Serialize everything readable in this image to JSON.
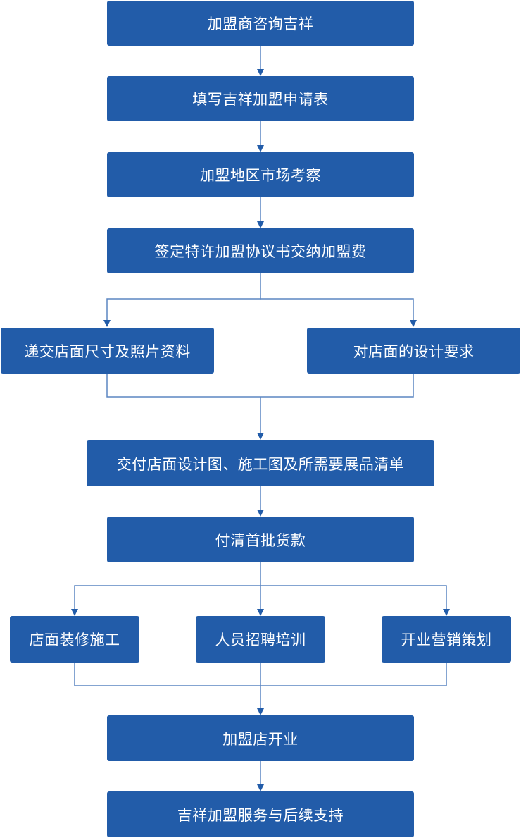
{
  "colors": {
    "box": "#225ca9",
    "line": "#5b86c2",
    "text": "#ffffff"
  },
  "steps": {
    "s1": "加盟商咨询吉祥",
    "s2": "填写吉祥加盟申请表",
    "s3": "加盟地区市场考察",
    "s4": "签定特许加盟协议书交纳加盟费",
    "s5a": "递交店面尺寸及照片资料",
    "s5b": "对店面的设计要求",
    "s6": "交付店面设计图、施工图及所需要展品清单",
    "s7": "付清首批货款",
    "s8a": "店面装修施工",
    "s8b": "人员招聘培训",
    "s8c": "开业营销策划",
    "s9": "加盟店开业",
    "s10": "吉祥加盟服务与后续支持"
  }
}
